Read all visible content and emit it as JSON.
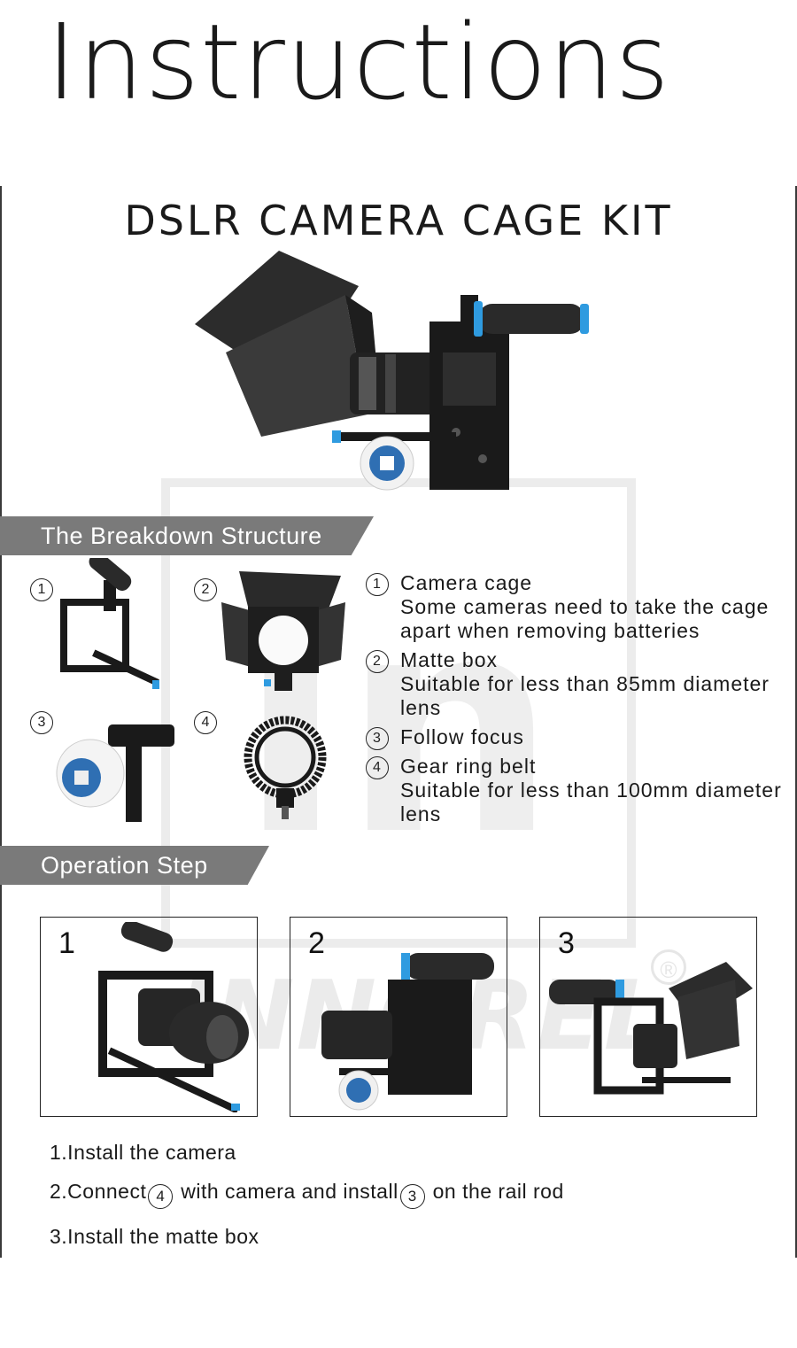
{
  "header": {
    "title": "Instructions"
  },
  "kit": {
    "title": "DSLR CAMERA CAGE KIT"
  },
  "watermark": {
    "brand": "INNOREL",
    "registered": "®"
  },
  "breakdown": {
    "banner": "The Breakdown Structure",
    "parts": [
      {
        "num": "1",
        "title": "Camera cage",
        "note": "Some cameras need to take the cage apart when removing batteries",
        "icon": "camera-cage-icon"
      },
      {
        "num": "2",
        "title": "Matte box",
        "note": "Suitable for less than 85mm diameter lens",
        "icon": "matte-box-icon"
      },
      {
        "num": "3",
        "title": "Follow focus",
        "note": "",
        "icon": "follow-focus-icon"
      },
      {
        "num": "4",
        "title": "Gear ring belt",
        "note": "Suitable for less than 100mm diameter lens",
        "icon": "gear-ring-belt-icon"
      }
    ],
    "circled": [
      "①",
      "②",
      "③",
      "④"
    ]
  },
  "operation": {
    "banner": "Operation Step",
    "boxes": [
      "1",
      "2",
      "3"
    ],
    "steps": [
      {
        "text": "1.Install the camera"
      },
      {
        "pre": "2.Connect",
        "c1": "④",
        "mid": " with camera and install",
        "c2": "③",
        "post": " on the rail rod"
      },
      {
        "text": "3.Install the matte box"
      }
    ]
  },
  "colors": {
    "accent": "#2f9be0",
    "banner": "#7a7a7a",
    "metal": "#1e1e1e"
  }
}
